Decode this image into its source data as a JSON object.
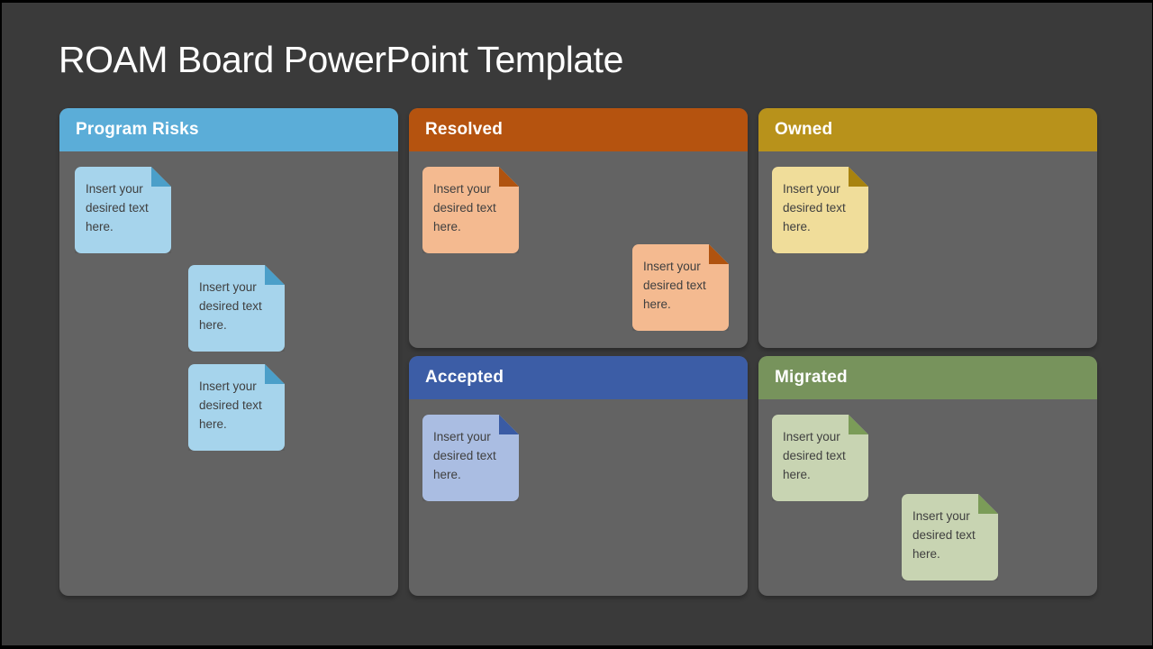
{
  "slide": {
    "title": "ROAM Board PowerPoint Template",
    "background_color": "#3A3A3A",
    "frame_color": "#000000",
    "panel_body_color": "#636363",
    "title_color": "#FFFFFF",
    "note_text_color": "#3F3F3F"
  },
  "panels": [
    {
      "label": "Program Risks",
      "header_color": "#5BADD8",
      "note_color": "#A6D4EC",
      "fold_color": "#4B9FC9",
      "notes": [
        {
          "text": "Insert your desired text here."
        },
        {
          "text": "Insert your desired text here."
        },
        {
          "text": "Insert your desired text here."
        }
      ]
    },
    {
      "label": "Resolved",
      "header_color": "#B5530F",
      "note_color": "#F4BA90",
      "fold_color": "#B0530F",
      "notes": [
        {
          "text": "Insert your desired text here."
        },
        {
          "text": "Insert your desired text here."
        }
      ]
    },
    {
      "label": "Owned",
      "header_color": "#B8921B",
      "note_color": "#F0DD9A",
      "fold_color": "#A8830F",
      "notes": [
        {
          "text": "Insert your desired text here."
        }
      ]
    },
    {
      "label": "Accepted",
      "header_color": "#3C5DA6",
      "note_color": "#AABDE2",
      "fold_color": "#3A5BA4",
      "notes": [
        {
          "text": "Insert your desired text here."
        }
      ]
    },
    {
      "label": "Migrated",
      "header_color": "#77935C",
      "note_color": "#C8D4B2",
      "fold_color": "#7B9C58",
      "notes": [
        {
          "text": "Insert your desired text here."
        },
        {
          "text": "Insert your desired text here."
        }
      ]
    }
  ]
}
